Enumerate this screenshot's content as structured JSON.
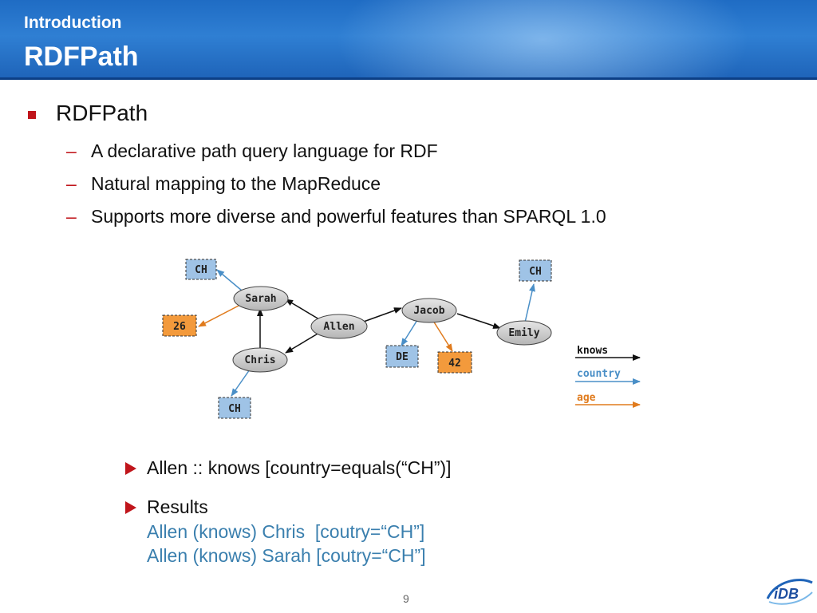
{
  "header": {
    "section": "Introduction",
    "title": "RDFPath"
  },
  "bullets": {
    "main": "RDFPath",
    "subs": [
      "A declarative path query language for RDF",
      "Natural mapping to the MapReduce",
      "Supports more diverse and powerful features than SPARQL 1.0"
    ]
  },
  "diagram": {
    "nodes": {
      "sarah": "Sarah",
      "allen": "Allen",
      "chris": "Chris",
      "jacob": "Jacob",
      "emily": "Emily"
    },
    "values": {
      "ch1": "CH",
      "ch2": "CH",
      "ch3": "CH",
      "de": "DE",
      "age26": "26",
      "age42": "42"
    },
    "legend": {
      "knows": "knows",
      "country": "country",
      "age": "age"
    },
    "colors": {
      "knows": "#111111",
      "country": "#4a8fc7",
      "age": "#e07b1d",
      "country_box": "#9fc3e6",
      "age_box": "#f39a3c",
      "node": "#c9c9c9"
    }
  },
  "query": {
    "text": "Allen :: knows [country=equals(“CH”)]"
  },
  "results": {
    "label": "Results",
    "lines": [
      "Allen (knows) Chris  [coutry=“CH”]",
      "Allen (knows) Sarah [coutry=“CH”]"
    ]
  },
  "footer": {
    "page": "9",
    "logo": "iDB"
  },
  "accent": "#c0151b"
}
